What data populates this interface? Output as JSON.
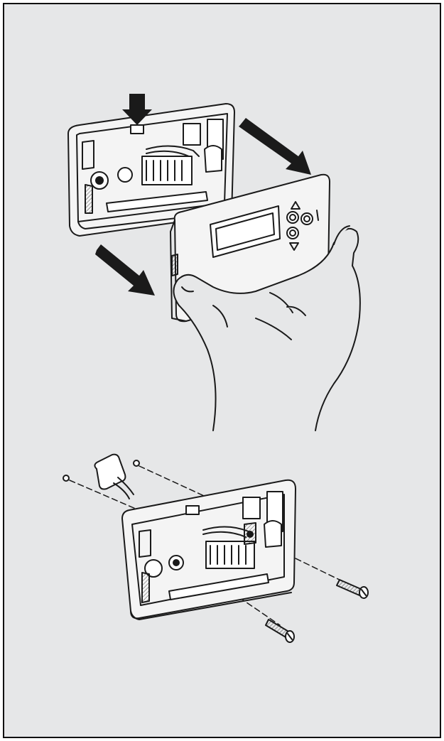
{
  "figure": {
    "background": "#e6e7e8",
    "border": "#111111",
    "ink": "#1a1a1a",
    "panel_fill": "#f4f4f4",
    "step1": {
      "description_icon": "thermostat-removal-from-wallplate",
      "arrows": [
        "press-down-arrow",
        "pull-forward-arrow-top",
        "pull-forward-arrow-bottom"
      ]
    },
    "step2": {
      "description_icon": "wallplate-fixing-with-screws",
      "parts": [
        "cable",
        "wall-plug-left",
        "wall-plug-right",
        "screw-left",
        "screw-right"
      ]
    }
  }
}
